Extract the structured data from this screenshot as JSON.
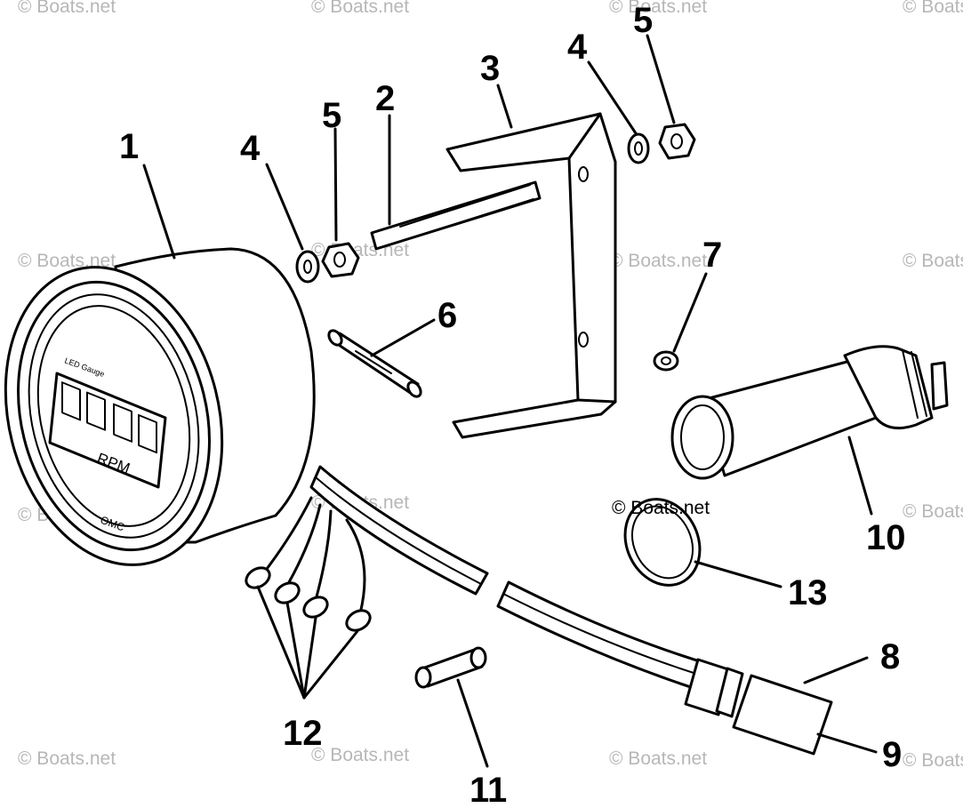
{
  "watermark": "© Boats.net",
  "gauge": {
    "unit_label": "RPM",
    "brand_label": "OMC",
    "small_label": "LED Gauge"
  },
  "callouts": {
    "c1": "1",
    "c2": "2",
    "c3": "3",
    "c4a": "4",
    "c4b": "4",
    "c5a": "5",
    "c5b": "5",
    "c6": "6",
    "c7": "7",
    "c8": "8",
    "c9": "9",
    "c10": "10",
    "c11": "11",
    "c12": "12",
    "c13": "13"
  }
}
